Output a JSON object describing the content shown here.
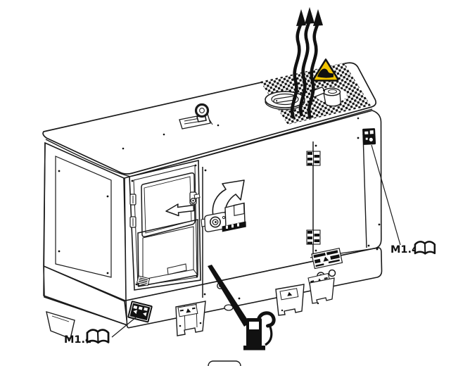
{
  "callouts": {
    "left": {
      "label": "M1.4",
      "icon": "open-book-icon"
    },
    "right": {
      "label": "M1.4",
      "icon": "open-book-icon"
    }
  },
  "symbols": {
    "warning_triangle": "hot-exhaust-warning-triangle-icon",
    "fuel_pump": "fuel-pump-icon",
    "exhaust": "exhaust-flow-arrows",
    "door_swing": "door-open-curved-arrow",
    "hatch_slide": "slide-left-arrow"
  },
  "colors": {
    "warning_yellow": "#F2C400",
    "line": "#1A1A1A",
    "background": "#FFFFFF"
  }
}
